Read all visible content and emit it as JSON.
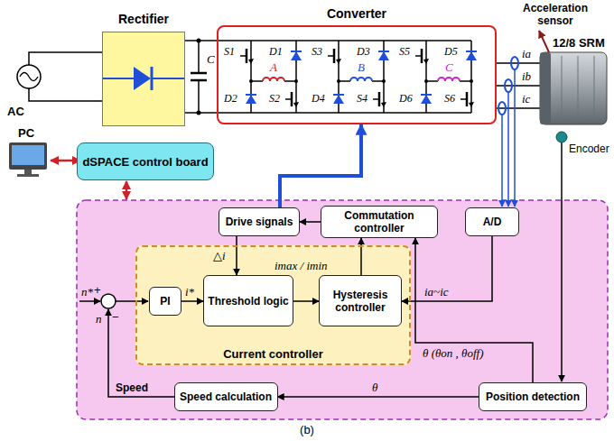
{
  "diagram": {
    "caption": "(b)",
    "nodes": [
      {
        "text": [
          "Rectifier"
        ]
      },
      {
        "text": [
          "Converter"
        ]
      },
      {
        "text": [
          "dSPACE control board"
        ]
      },
      {
        "text": [
          "Drive signals"
        ]
      },
      {
        "text": [
          "Commutation controller"
        ]
      },
      {
        "text": [
          "A/D"
        ]
      },
      {
        "text": [
          "Current controller"
        ]
      },
      {
        "text": [
          "PI"
        ],
        "in": 6
      },
      {
        "text": [
          "Threshold logic"
        ],
        "in": 6
      },
      {
        "text": [
          "Hysteresis controller"
        ],
        "in": 6
      },
      {
        "text": [
          "Speed calculation"
        ]
      },
      {
        "text": [
          "Position detection"
        ]
      }
    ],
    "edges": [
      {
        "from": 3,
        "to": 1,
        "arrow": "to"
      },
      {
        "from": 4,
        "to": 3,
        "arrow": "to"
      },
      {
        "from": 3,
        "to": 8,
        "label": "△i",
        "arrow": "to"
      },
      {
        "from": 7,
        "to": 8,
        "label": "i*",
        "arrow": "to"
      },
      {
        "from": 8,
        "to": 9,
        "label": "imax / imin",
        "arrow": "to"
      },
      {
        "from": 9,
        "to": 4,
        "arrow": "to"
      },
      {
        "from": 5,
        "to": 9,
        "label": "ia~ic",
        "arrow": "to"
      },
      {
        "from": 11,
        "to": 10,
        "label": "θ",
        "arrow": "to"
      },
      {
        "from": 11,
        "to": 4,
        "label": "θ (θon , θoff)",
        "arrow": "to"
      }
    ],
    "labels": [
      "AC",
      "C",
      "S1",
      "D1",
      "S3",
      "D3",
      "S5",
      "D5",
      "A",
      "B",
      "C",
      "D2",
      "S2",
      "D4",
      "S4",
      "D6",
      "S6",
      "Acceleration sensor",
      "12/8 SRM",
      "ia",
      "ib",
      "ic",
      "Encoder",
      "PC",
      "n*",
      "+",
      "−",
      "n",
      "Speed"
    ]
  }
}
